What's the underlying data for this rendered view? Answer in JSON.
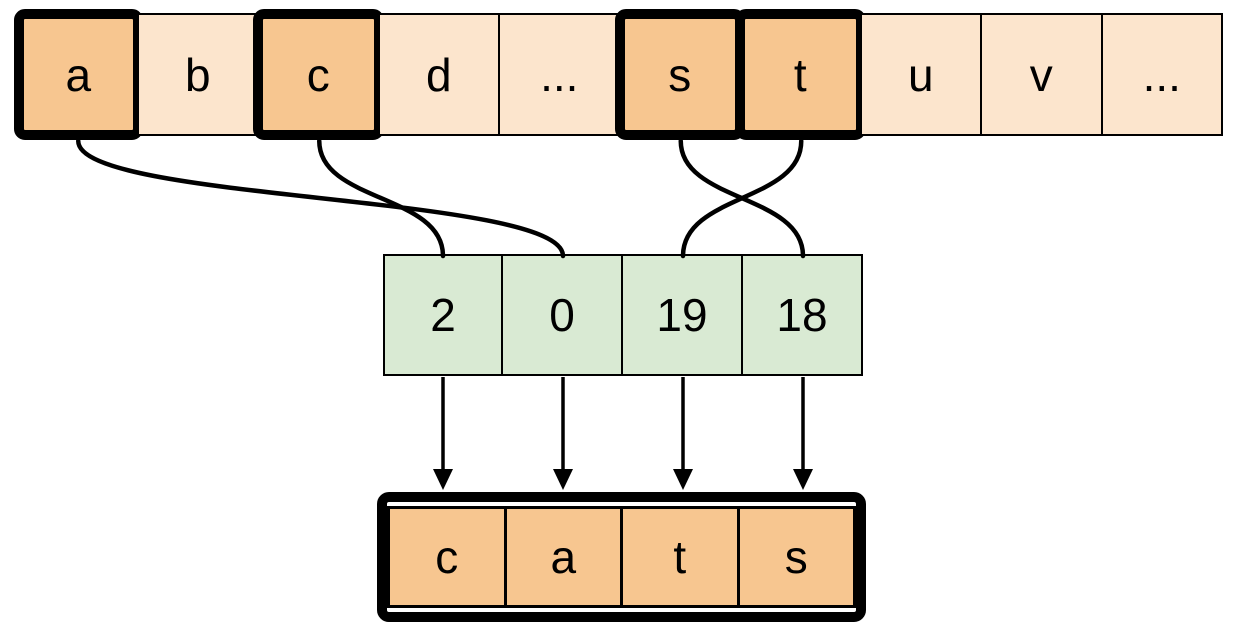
{
  "alphabet_row": {
    "cells": [
      {
        "label": "a",
        "highlighted": true
      },
      {
        "label": "b",
        "highlighted": false
      },
      {
        "label": "c",
        "highlighted": true
      },
      {
        "label": "d",
        "highlighted": false
      },
      {
        "label": "...",
        "highlighted": false
      },
      {
        "label": "s",
        "highlighted": true
      },
      {
        "label": "t",
        "highlighted": true
      },
      {
        "label": "u",
        "highlighted": false
      },
      {
        "label": "v",
        "highlighted": false
      },
      {
        "label": "...",
        "highlighted": false
      }
    ]
  },
  "index_row": {
    "cells": [
      {
        "value": "2"
      },
      {
        "value": "0"
      },
      {
        "value": "19"
      },
      {
        "value": "18"
      }
    ]
  },
  "word_row": {
    "cells": [
      {
        "label": "c"
      },
      {
        "label": "a"
      },
      {
        "label": "t"
      },
      {
        "label": "s"
      }
    ]
  },
  "connections": {
    "alphabet_to_index": [
      {
        "from_letter": "a",
        "to_value": "0"
      },
      {
        "from_letter": "c",
        "to_value": "2"
      },
      {
        "from_letter": "s",
        "to_value": "18"
      },
      {
        "from_letter": "t",
        "to_value": "19"
      }
    ],
    "index_to_word": [
      {
        "from_value": "2",
        "to_letter": "c"
      },
      {
        "from_value": "0",
        "to_letter": "a"
      },
      {
        "from_value": "19",
        "to_letter": "t"
      },
      {
        "from_value": "18",
        "to_letter": "s"
      }
    ]
  },
  "colors": {
    "highlight_fill": "#F7C690",
    "light_fill": "#FCE5CD",
    "index_fill": "#D9EAD3",
    "line_color": "#000000",
    "page_bg": "#FFFFFF"
  }
}
